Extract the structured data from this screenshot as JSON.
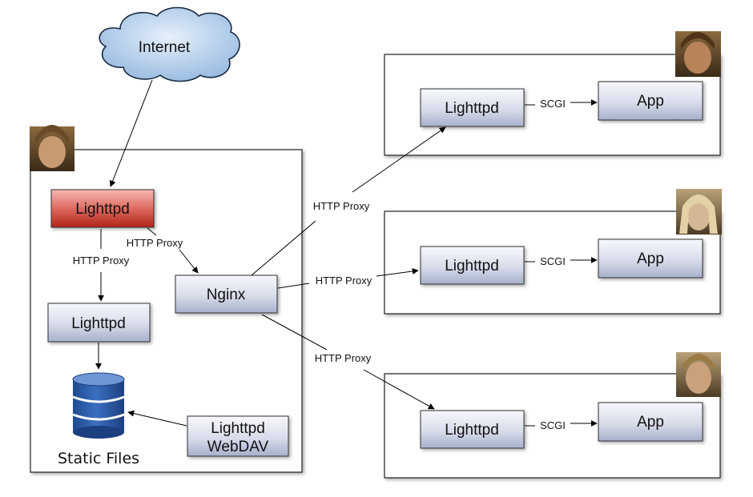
{
  "cloud": {
    "label": "Internet"
  },
  "front_server": {
    "lighttpd_proxy_label": "Lighttpd",
    "lighttpd_static_label": "Lighttpd",
    "nginx_label": "Nginx",
    "webdav_label_line1": "Lighttpd",
    "webdav_label_line2": "WebDAV",
    "storage_label": "Static Files"
  },
  "edges": {
    "http_proxy_to_lighttpd": "HTTP Proxy",
    "http_proxy_to_nginx": "HTTP Proxy",
    "http_proxy_app1": "HTTP Proxy",
    "http_proxy_app2": "HTTP Proxy",
    "http_proxy_app3": "HTTP Proxy"
  },
  "app_servers": [
    {
      "lighttpd_label": "Lighttpd",
      "scgi_label": "SCGI",
      "app_label": "App"
    },
    {
      "lighttpd_label": "Lighttpd",
      "scgi_label": "SCGI",
      "app_label": "App"
    },
    {
      "lighttpd_label": "Lighttpd",
      "scgi_label": "SCGI",
      "app_label": "App"
    }
  ],
  "colors": {
    "node_fill_top": "#f5f6fb",
    "node_fill_bottom": "#aeb6d0",
    "red_fill_top": "#f3a6a0",
    "red_fill_bottom": "#b52a1f",
    "cloud_fill": "#b9d3ef",
    "db_fill": "#2d5aa6"
  }
}
